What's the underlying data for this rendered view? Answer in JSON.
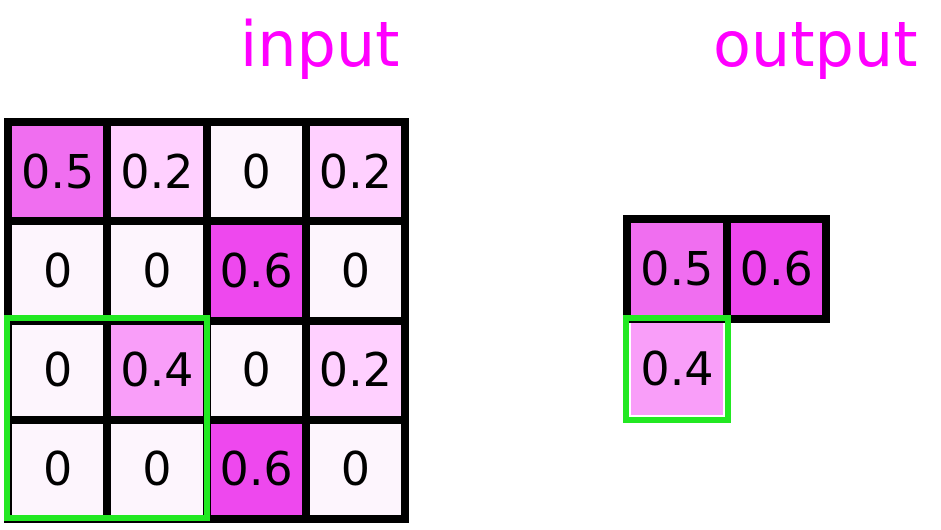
{
  "titles": {
    "input": "input",
    "output": "output"
  },
  "input": {
    "rows": [
      [
        "0.5",
        "0.2",
        "0",
        "0.2"
      ],
      [
        "0",
        "0",
        "0.6",
        "0"
      ],
      [
        "0",
        "0.4",
        "0",
        "0.2"
      ],
      [
        "0",
        "0",
        "0.6",
        "0"
      ]
    ],
    "colors": [
      [
        "#f06ef0",
        "#ffd0ff",
        "#fdf5fd",
        "#ffd0ff"
      ],
      [
        "#fdf5fd",
        "#fdf5fd",
        "#ee48ee",
        "#fdf5fd"
      ],
      [
        "#fdf5fd",
        "#f99ef9",
        "#fdf5fd",
        "#ffd0ff"
      ],
      [
        "#fdf5fd",
        "#fdf5fd",
        "#ee48ee",
        "#fdf5fd"
      ]
    ]
  },
  "output": {
    "row1": [
      "0.5",
      "0.6"
    ],
    "row1_colors": [
      "#f06ef0",
      "#ee48ee"
    ],
    "highlighted": "0.4",
    "highlighted_color": "#f99ef9"
  },
  "colors": {
    "title": "#ff00ff",
    "grid_line": "#000000",
    "highlight": "#22e822"
  }
}
